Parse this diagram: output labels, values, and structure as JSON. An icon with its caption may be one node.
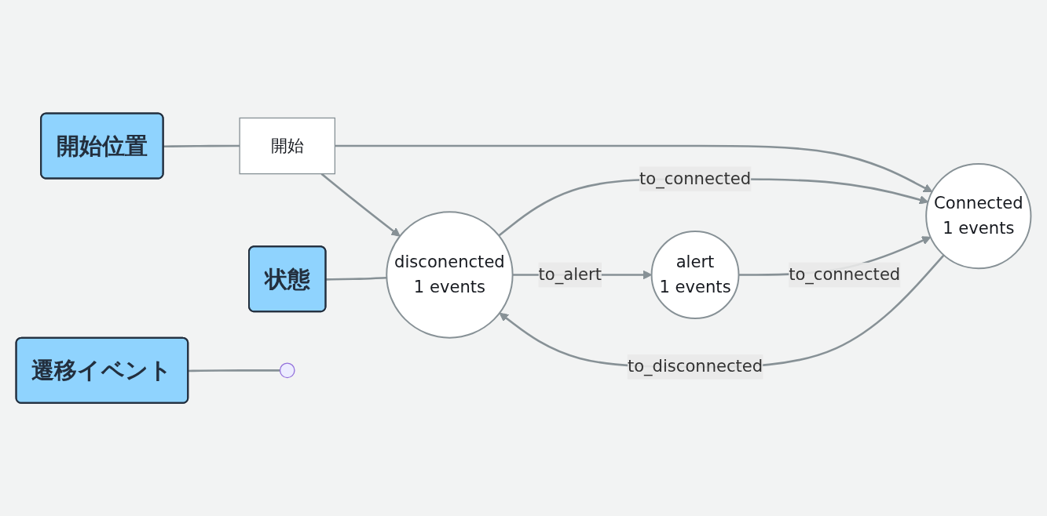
{
  "diagram": {
    "nodes": [
      {
        "text": [
          "状態"
        ]
      },
      {
        "text": [
          "遷移イベント"
        ]
      },
      {
        "text": [
          "disconencted",
          "1 events"
        ]
      },
      {
        "text": [
          "alert",
          "1 events"
        ]
      },
      {
        "text": [
          "Connected",
          "1 events"
        ]
      },
      {
        "text": [
          "開始位置"
        ]
      },
      {
        "text": [
          "開始"
        ]
      }
    ],
    "edges": [
      {
        "from": 6,
        "to": 2,
        "arrow": "to"
      },
      {
        "from": 6,
        "to": 4,
        "arrow": "to"
      },
      {
        "from": 2,
        "to": 3,
        "label": "to_alert",
        "arrow": "to"
      },
      {
        "from": 2,
        "to": 4,
        "label": "to_connected",
        "arrow": "to"
      },
      {
        "from": 3,
        "to": 4,
        "label": "to_connected",
        "arrow": "to"
      },
      {
        "from": 4,
        "to": 2,
        "label": "to_disconnected",
        "arrow": "to"
      },
      {
        "from": 0,
        "to": 2,
        "arrow": "none"
      },
      {
        "from": 1,
        "to": null,
        "arrow": "none"
      },
      {
        "from": 5,
        "to": 6,
        "arrow": "none"
      }
    ]
  }
}
